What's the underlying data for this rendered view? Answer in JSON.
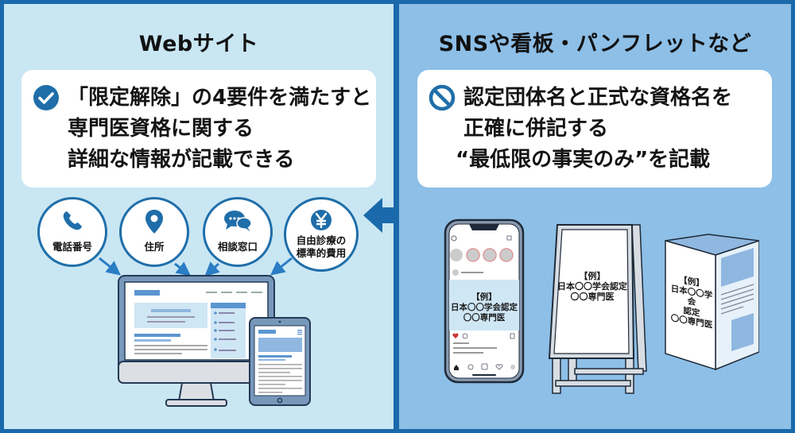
{
  "left_panel": {
    "heading": "Webサイト",
    "card": {
      "icon": "check-circle-icon",
      "lines": [
        "「限定解除」の4要件を満たすと",
        "専門医資格に関する",
        "詳細な情報が記載できる"
      ]
    },
    "bubbles": [
      {
        "icon": "phone-icon",
        "lines": [
          "電話番号"
        ]
      },
      {
        "icon": "map-pin-icon",
        "lines": [
          "住所"
        ]
      },
      {
        "icon": "chat-icon",
        "lines": [
          "相談窓口"
        ]
      },
      {
        "icon": "yen-icon",
        "lines": [
          "自由診療の",
          "標準的費用"
        ]
      }
    ],
    "devices": [
      "desktop-monitor",
      "tablet"
    ]
  },
  "right_panel": {
    "heading": "SNSや看板・パンフレットなど",
    "card": {
      "icon": "prohibited-icon",
      "lines": [
        "認定団体名と正式な資格名を",
        "正確に併記する",
        "“最低限の事実のみ”を記載"
      ]
    },
    "examples": {
      "phone": [
        "【例】",
        "日本〇〇学会認定",
        "〇〇専門医"
      ],
      "signboard": [
        "【例】",
        "日本〇〇学会認定",
        "〇〇専門医"
      ],
      "pamphlet": [
        "【例】",
        "日本〇〇学会",
        "認定",
        "〇〇専門医"
      ]
    }
  },
  "colors": {
    "frame": "#1a69ab",
    "left_bg": "#c9e6f3",
    "right_bg": "#8dbfe7",
    "accent": "#1f6ea9",
    "ui_blue": "#5b95d0",
    "ui_light": "#cfe6f5"
  }
}
